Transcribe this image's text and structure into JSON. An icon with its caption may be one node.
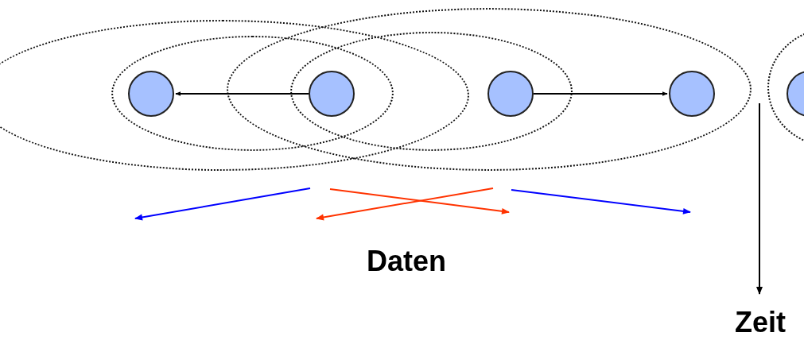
{
  "diagram": {
    "nodes": [
      {
        "text": [],
        "shape": "ellipse"
      },
      {
        "text": [],
        "shape": "ellipse",
        "in": 0
      },
      {
        "text": [],
        "shape": "ellipse"
      },
      {
        "text": [],
        "shape": "ellipse",
        "in": 2
      },
      {
        "text": [],
        "shape": "ellipse"
      },
      {
        "text": [],
        "shape": "circle",
        "in": 1
      },
      {
        "text": [],
        "shape": "circle"
      },
      {
        "text": [],
        "shape": "circle",
        "in": 3
      },
      {
        "text": [],
        "shape": "circle",
        "in": 2
      },
      {
        "text": [],
        "shape": "circle",
        "in": 4
      }
    ],
    "edges": [
      {
        "from": 6,
        "to": 5,
        "arrow": "to"
      },
      {
        "from": 7,
        "to": 8,
        "arrow": "to"
      }
    ],
    "labels": [
      "Daten",
      "Zeit"
    ]
  }
}
